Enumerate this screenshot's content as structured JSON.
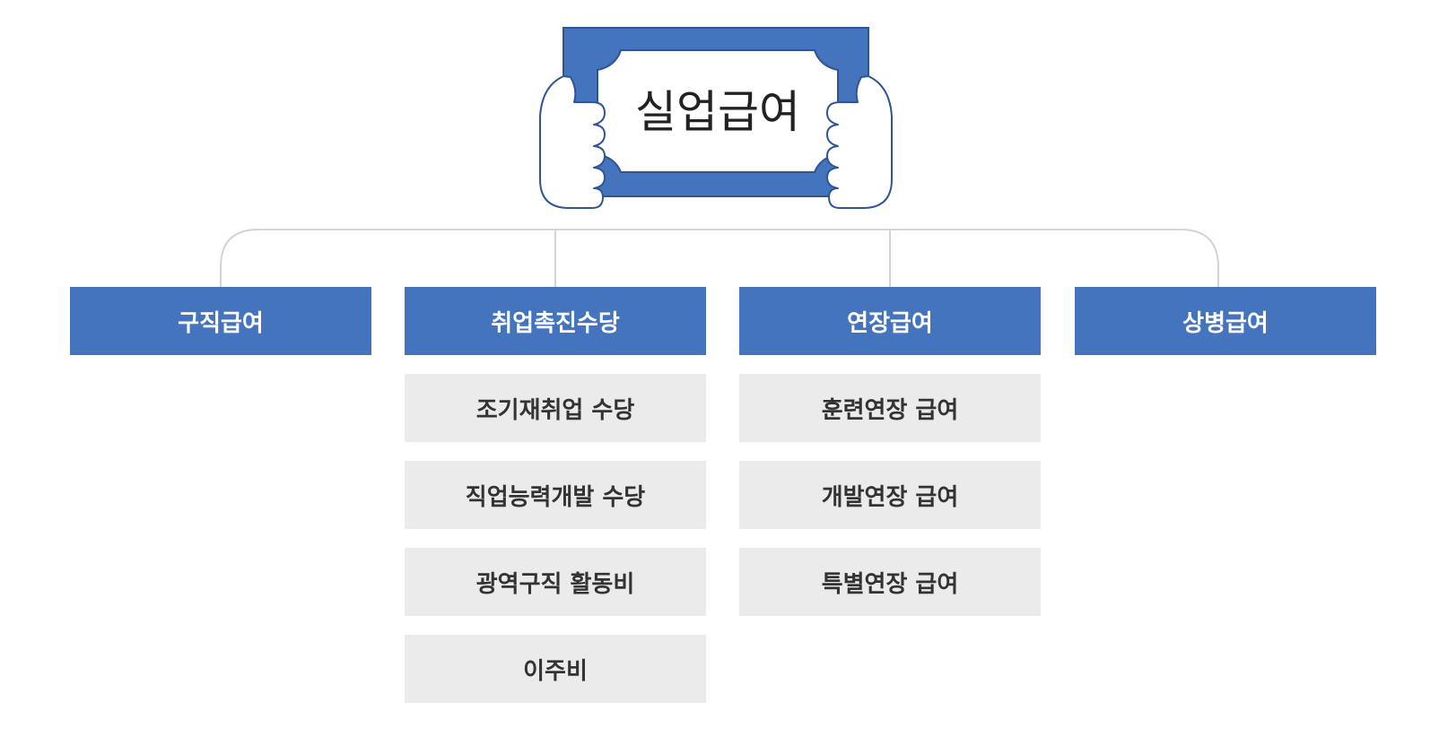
{
  "title": "실업급여",
  "colors": {
    "primary": "#4474bd",
    "primary_dark": "#2f5597",
    "sub_bg": "#ebebeb",
    "connector": "#d4d4d4",
    "sub_text": "#333333"
  },
  "icons": {
    "sign": "hands-holding-sign-icon"
  },
  "categories": [
    {
      "label": "구직급여",
      "items": []
    },
    {
      "label": "취업촉진수당",
      "items": [
        "조기재취업 수당",
        "직업능력개발 수당",
        "광역구직 활동비",
        "이주비"
      ]
    },
    {
      "label": "연장급여",
      "items": [
        "훈련연장 급여",
        "개발연장 급여",
        "특별연장 급여"
      ]
    },
    {
      "label": "상병급여",
      "items": []
    }
  ]
}
